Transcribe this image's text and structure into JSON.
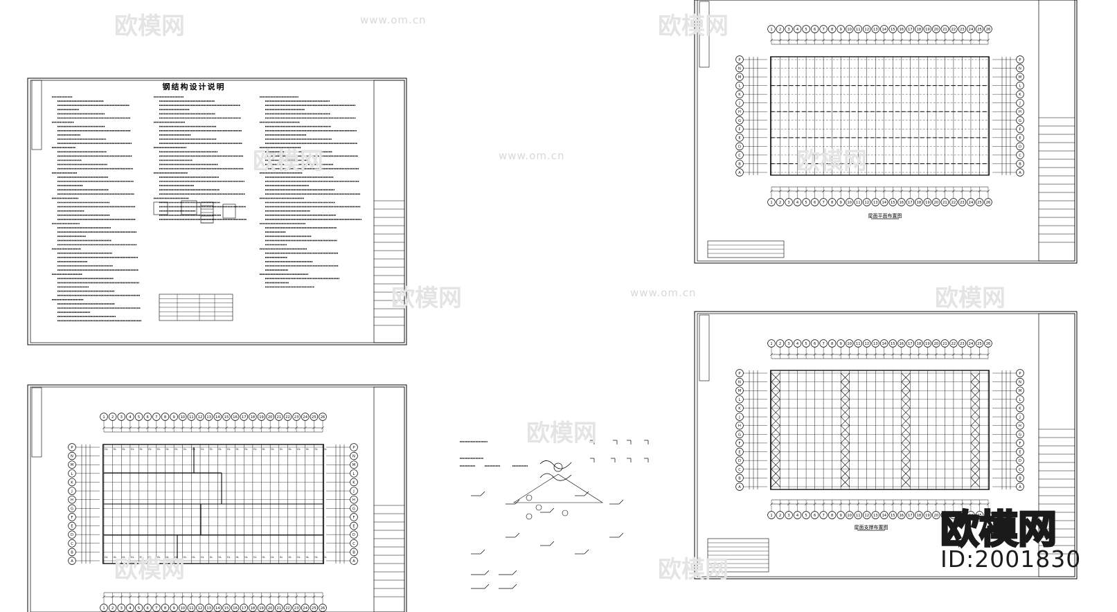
{
  "watermark": {
    "brand": "欧模网",
    "url": "www.om.cn",
    "id": "ID:2001830"
  },
  "sheets": {
    "design_notes": {
      "title": "钢结构设计说明"
    },
    "plan_top": {
      "label": "屋面平面布置图"
    },
    "plan_bottom": {
      "label": "屋面支撑布置图"
    }
  },
  "grid": {
    "columns": [
      "1",
      "2",
      "3",
      "4",
      "5",
      "6",
      "7",
      "8",
      "9",
      "10",
      "11",
      "12",
      "13",
      "14",
      "15",
      "16",
      "17",
      "18",
      "19",
      "20",
      "21",
      "22",
      "23",
      "24",
      "25",
      "26"
    ],
    "rows": [
      "P",
      "N",
      "M",
      "L",
      "K",
      "J",
      "H",
      "G",
      "F",
      "E",
      "D",
      "C",
      "B",
      "A"
    ]
  },
  "colors": {
    "line": "#000000",
    "watermark": "#dcdcdc",
    "paper": "#ffffff"
  }
}
